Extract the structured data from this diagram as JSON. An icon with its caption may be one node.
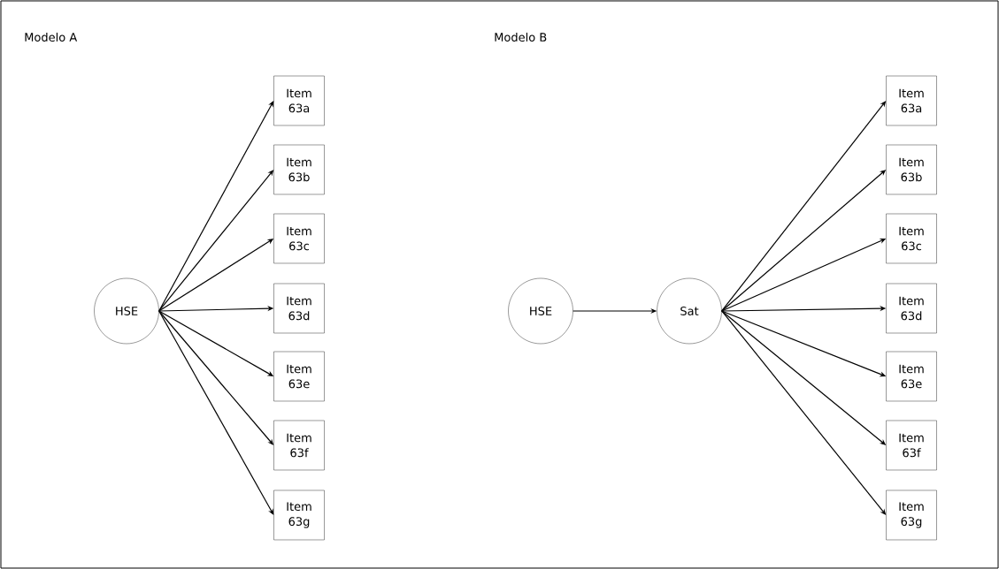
{
  "diagram": {
    "nodes": [
      {
        "text": [
          "HSE"
        ]
      },
      {
        "text": [
          "Item 63a"
        ]
      },
      {
        "text": [
          "Item 63b"
        ]
      },
      {
        "text": [
          "Item 63c"
        ]
      },
      {
        "text": [
          "Item 63d"
        ]
      },
      {
        "text": [
          "Item 63e"
        ]
      },
      {
        "text": [
          "Item 63f"
        ]
      },
      {
        "text": [
          "Item 63g"
        ]
      },
      {
        "text": [
          "HSE"
        ]
      },
      {
        "text": [
          "Sat"
        ]
      },
      {
        "text": [
          "Item 63a"
        ]
      },
      {
        "text": [
          "Item 63b"
        ]
      },
      {
        "text": [
          "Item 63c"
        ]
      },
      {
        "text": [
          "Item 63d"
        ]
      },
      {
        "text": [
          "Item 63e"
        ]
      },
      {
        "text": [
          "Item 63f"
        ]
      },
      {
        "text": [
          "Item 63g"
        ]
      }
    ],
    "edges": [
      {
        "from": 0,
        "to": 1,
        "arrow": "to"
      },
      {
        "from": 0,
        "to": 2,
        "arrow": "to"
      },
      {
        "from": 0,
        "to": 3,
        "arrow": "to"
      },
      {
        "from": 0,
        "to": 4,
        "arrow": "to"
      },
      {
        "from": 0,
        "to": 5,
        "arrow": "to"
      },
      {
        "from": 0,
        "to": 6,
        "arrow": "to"
      },
      {
        "from": 0,
        "to": 7,
        "arrow": "to"
      },
      {
        "from": 8,
        "to": 9,
        "arrow": "to"
      },
      {
        "from": 9,
        "to": 10,
        "arrow": "to"
      },
      {
        "from": 9,
        "to": 11,
        "arrow": "to"
      },
      {
        "from": 9,
        "to": 12,
        "arrow": "to"
      },
      {
        "from": 9,
        "to": 13,
        "arrow": "to"
      },
      {
        "from": 9,
        "to": 14,
        "arrow": "to"
      },
      {
        "from": 9,
        "to": 15,
        "arrow": "to"
      },
      {
        "from": 9,
        "to": 16,
        "arrow": "to"
      }
    ],
    "labels": [
      "Modelo A",
      "Modelo B"
    ]
  }
}
